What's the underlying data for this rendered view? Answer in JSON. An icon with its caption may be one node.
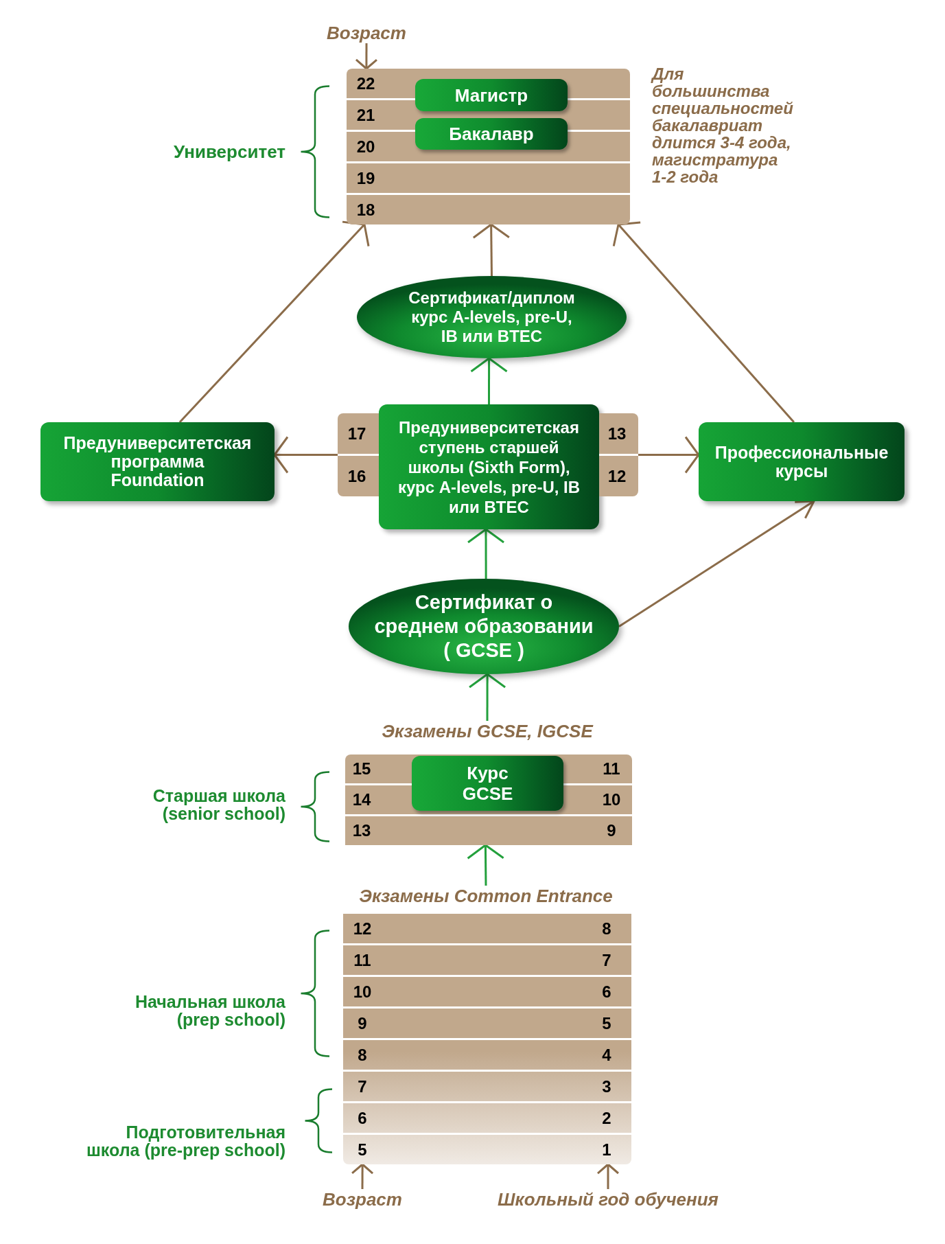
{
  "diagram": {
    "nodes": [
      {
        "text": [
          "Возраст"
        ]
      },
      {
        "text": [
          "22",
          "21",
          "20",
          "19",
          "18"
        ]
      },
      {
        "text": [
          "Магистр"
        ],
        "in": 1
      },
      {
        "text": [
          "Бакалавр"
        ],
        "in": 1
      },
      {
        "text": [
          "Сертификат/диплом курс A-levels, pre-U, IB или BTEC"
        ]
      },
      {
        "text": [
          "Предуниверситетская программа Foundation"
        ]
      },
      {
        "text": [
          "17",
          "16"
        ]
      },
      {
        "text": [
          "Предуниверситетская ступень старшей школы (Sixth Form), курс A-levels, pre-U, IB или BTEC"
        ]
      },
      {
        "text": [
          "13",
          "12"
        ]
      },
      {
        "text": [
          "Профессиональные курсы"
        ]
      },
      {
        "text": [
          "Сертификат о среднем образовании ( GCSE )"
        ]
      },
      {
        "text": [
          "Экзамены GCSE, IGCSE"
        ]
      },
      {
        "text": [
          "15",
          "11",
          "14",
          "10",
          "13",
          "9"
        ]
      },
      {
        "text": [
          "Курс GCSE"
        ],
        "in": 12
      },
      {
        "text": [
          "Экзамены Common Entrance"
        ]
      },
      {
        "text": [
          "12",
          "8",
          "11",
          "7",
          "10",
          "6",
          "9",
          "5",
          "8",
          "4",
          "7",
          "3",
          "6",
          "2",
          "5",
          "1"
        ]
      },
      {
        "text": [
          "Возраст"
        ]
      },
      {
        "text": [
          "Школьный год обучения"
        ]
      }
    ],
    "edges": [
      {
        "from": 0,
        "to": 1,
        "arrow": "to"
      },
      {
        "from": 5,
        "to": 1,
        "arrow": "to"
      },
      {
        "from": 4,
        "to": 1,
        "arrow": "to"
      },
      {
        "from": 9,
        "to": 1,
        "arrow": "to"
      },
      {
        "from": 7,
        "to": 4,
        "arrow": "to",
        "color": "#23a03c"
      },
      {
        "from": 6,
        "to": 5,
        "arrow": "to"
      },
      {
        "from": 8,
        "to": 9,
        "arrow": "to"
      },
      {
        "from": 10,
        "to": 7,
        "arrow": "to",
        "color": "#23a03c"
      },
      {
        "from": 10,
        "to": 9,
        "arrow": "to"
      },
      {
        "from": 11,
        "to": 10,
        "arrow": "to",
        "color": "#23a03c"
      },
      {
        "from": 14,
        "to": 12,
        "arrow": "to",
        "color": "#23a03c"
      },
      {
        "from": 16,
        "to": 15,
        "arrow": "to"
      },
      {
        "from": 17,
        "to": 15,
        "arrow": "to"
      }
    ],
    "labels": [
      "Университет",
      "Для большинства специальностей бакалавриат длится 3-4 года, магистратура 1-2 года",
      "Старшая школа (senior school)",
      "Начальная школа (prep school)",
      "Подготовительная школа (pre-prep school)"
    ]
  }
}
